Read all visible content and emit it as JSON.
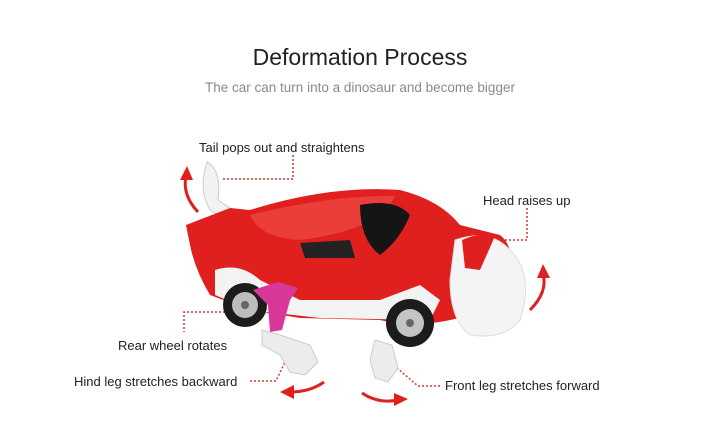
{
  "header": {
    "title": "Deformation Process",
    "subtitle": "The car can turn into a dinosaur and become bigger"
  },
  "callouts": {
    "tail": "Tail pops out and straightens",
    "head": "Head raises up",
    "rear_wheel": "Rear wheel rotates",
    "hind_leg": "Hind leg stretches backward",
    "front_leg": "Front leg stretches forward"
  },
  "colors": {
    "accent": "#e0201f",
    "leader": "#d0393a",
    "key": "#d9389a"
  }
}
